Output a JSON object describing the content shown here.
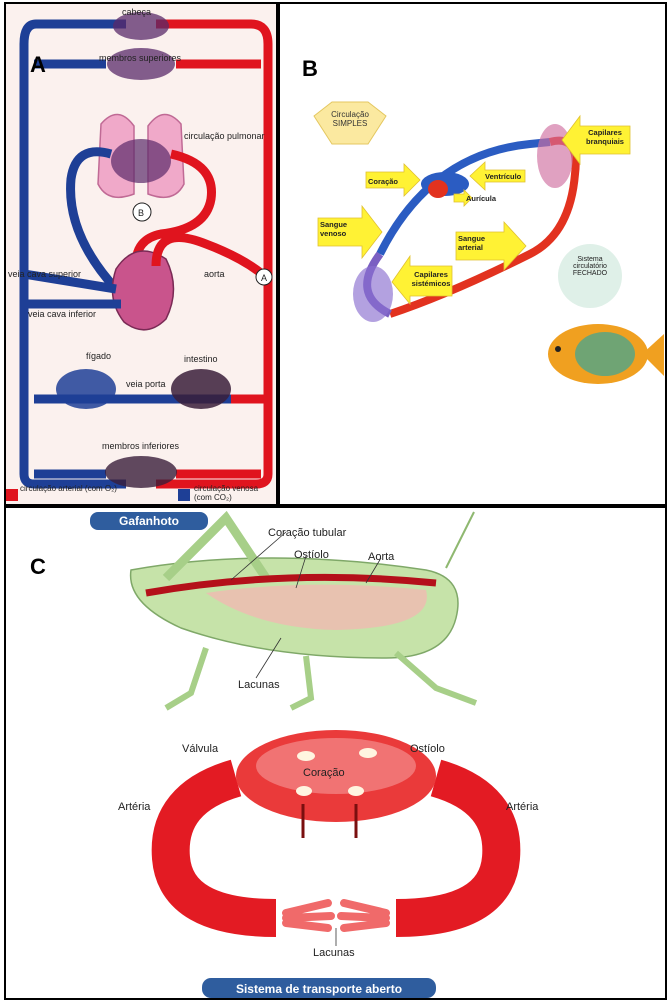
{
  "panelA": {
    "letter": "A",
    "labels": {
      "head": "cabeça",
      "upper_limbs": "membros superiores",
      "pulmonary": "circulação pulmonar",
      "circle_b": "B",
      "circle_a": "A",
      "aorta": "aorta",
      "sup_vena_cava": "veia cava superior",
      "inf_vena_cava": "veia cava inferior",
      "liver": "fígado",
      "intestine": "intestino",
      "portal_vein": "veia porta",
      "lower_limbs": "membros inferiores",
      "legend_arterial": "circulação arterial (com O₂)",
      "legend_venous": "circulação venosa (com CO₂)"
    },
    "colors": {
      "arterial": "#e0141e",
      "venous": "#1e3f96",
      "heart": "#c9548c",
      "lungs": "#f0a9c9"
    }
  },
  "panelB": {
    "letter": "B",
    "labels": {
      "simple": "Circulação SIMPLES",
      "heart": "Coração",
      "ventricle": "Ventrículo",
      "atrium": "Aurícula",
      "gill_capillaries": "Capilares branquiais",
      "venous_blood": "Sangue venoso",
      "arterial_blood": "Sangue arterial",
      "systemic_capillaries": "Capilares sistémicos",
      "closed": "Sistema circulatório FECHADO"
    },
    "colors": {
      "arrow": "#fff234",
      "hexagon": "#fbe9a0"
    }
  },
  "panelC": {
    "letter": "C",
    "labels": {
      "banner_top": "Gafanhoto",
      "tubular_heart": "Coração tubular",
      "ostiole_top": "Ostíolo",
      "aorta": "Aorta",
      "lacunas_top": "Lacunas",
      "valve": "Válvula",
      "ostiole": "Ostíolo",
      "heart": "Coração",
      "artery_left": "Artéria",
      "artery_right": "Artéria",
      "lacunas_bottom": "Lacunas",
      "banner_bottom": "Sistema de transporte aberto"
    },
    "colors": {
      "banner": "#2f5d9e",
      "body": "#c6e3a9",
      "red": "#e31b23"
    }
  }
}
